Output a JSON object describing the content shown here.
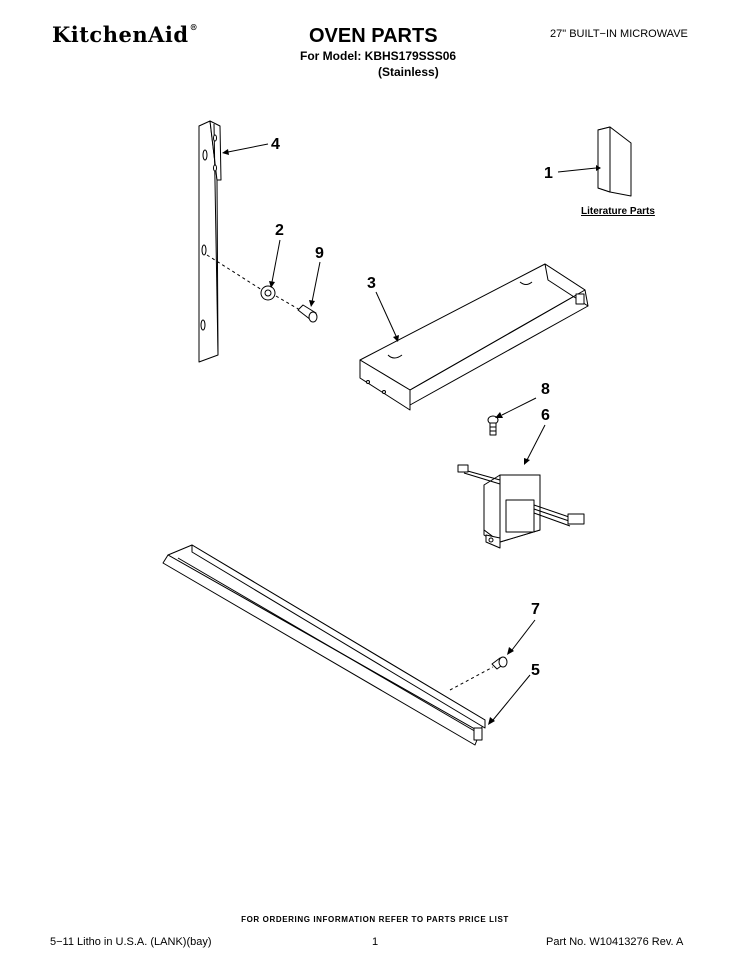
{
  "header": {
    "brand": "KitchenAid",
    "brand_mark": "®",
    "title": "OVEN PARTS",
    "model_line": "For Model: KBHS179SSS06",
    "finish": "(Stainless)",
    "product": "27\" BUILT−IN MICROWAVE"
  },
  "diagram": {
    "callouts": [
      "1",
      "2",
      "3",
      "4",
      "5",
      "6",
      "7",
      "8",
      "9"
    ],
    "literature_label": "Literature Parts"
  },
  "footer": {
    "note": "FOR ORDERING INFORMATION REFER TO PARTS PRICE LIST",
    "litho": "5−11 Litho in U.S.A. (LANK)(bay)",
    "page": "1",
    "part_no": "Part No. W10413276 Rev. A"
  }
}
